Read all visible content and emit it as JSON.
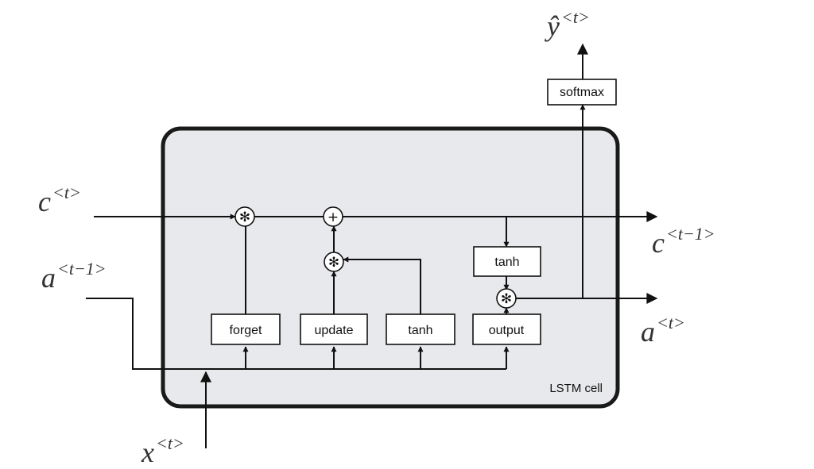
{
  "cell": {
    "label": "LSTM cell",
    "fill_color": "#e8e9ec",
    "border_color": "#1a1a1a"
  },
  "inputs": {
    "c_t_base": "c",
    "c_t_sup": "<t>",
    "a_prev_base": "a",
    "a_prev_sup": "<t−1>",
    "x_t_base": "x",
    "x_t_sup": "<t>"
  },
  "outputs": {
    "c_next_base": "c",
    "c_next_sup": "<t−1>",
    "a_t_base": "a",
    "a_t_sup": "<t>",
    "y_hat_base": "ŷ",
    "y_hat_sup": "<t>"
  },
  "gates": {
    "forget": "forget",
    "update": "update",
    "candidate_tanh": "tanh",
    "output": "output",
    "cell_tanh": "tanh",
    "softmax": "softmax"
  },
  "operators": {
    "multiply_symbol": "✻",
    "add_symbol": "+"
  }
}
